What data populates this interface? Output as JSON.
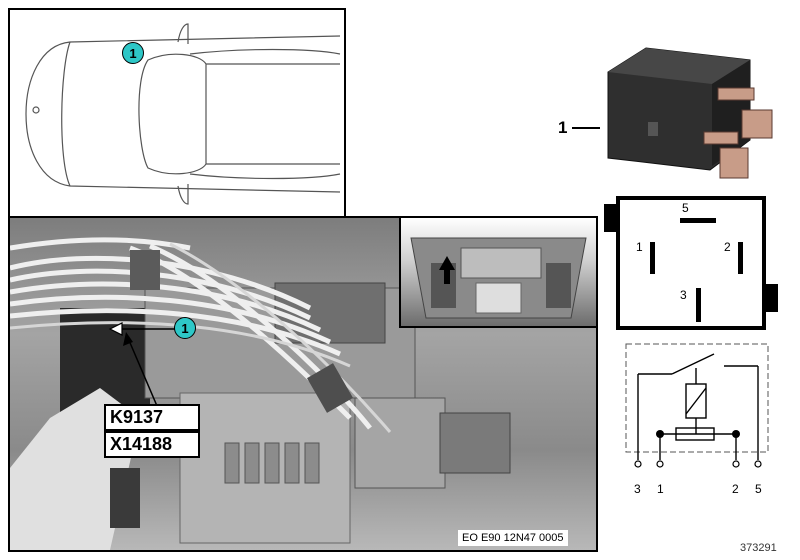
{
  "car_view": {
    "callout": "1"
  },
  "photo": {
    "callout": "1",
    "labels": [
      "K9137",
      "X14188"
    ],
    "ref_code": "EO E90 12N47 0005"
  },
  "relay": {
    "part_number": "1",
    "pin_layout": {
      "pin_top": "5",
      "pin_left": "1",
      "pin_right": "2",
      "pin_bottom": "3"
    },
    "schematic_pins": [
      "3",
      "1",
      "2",
      "5"
    ]
  },
  "diagram_id": "373291"
}
